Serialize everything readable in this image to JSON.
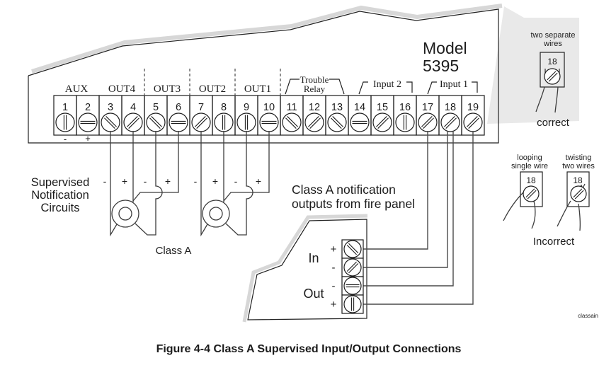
{
  "colors": {
    "ink": "#1c1c1c",
    "shadow": "#d7d7d7",
    "wedge": "#e9e9e9",
    "wire": "#3d3d3d"
  },
  "model": {
    "line1": "Model",
    "line2": "5395"
  },
  "strip": {
    "groups": [
      {
        "label": "AUX"
      },
      {
        "label": "OUT4"
      },
      {
        "label": "OUT3"
      },
      {
        "label": "OUT2"
      },
      {
        "label": "OUT1"
      }
    ],
    "bracket_groups": [
      {
        "line1": "Trouble",
        "line2": "Relay"
      },
      {
        "label": "Input 2"
      },
      {
        "label": "Input 1"
      }
    ],
    "aux_polarity": [
      "-",
      "+"
    ],
    "terminals": [
      {
        "num": "1",
        "slot": "|"
      },
      {
        "num": "2",
        "slot": "-"
      },
      {
        "num": "3",
        "slot": "\\"
      },
      {
        "num": "4",
        "slot": "/"
      },
      {
        "num": "5",
        "slot": "\\"
      },
      {
        "num": "6",
        "slot": "-"
      },
      {
        "num": "7",
        "slot": "/"
      },
      {
        "num": "8",
        "slot": "|"
      },
      {
        "num": "9",
        "slot": "|"
      },
      {
        "num": "10",
        "slot": "-"
      },
      {
        "num": "11",
        "slot": "\\"
      },
      {
        "num": "12",
        "slot": "/"
      },
      {
        "num": "13",
        "slot": "\\"
      },
      {
        "num": "14",
        "slot": "-"
      },
      {
        "num": "15",
        "slot": "/"
      },
      {
        "num": "16",
        "slot": "|"
      },
      {
        "num": "17",
        "slot": "/"
      },
      {
        "num": "18",
        "slot": "/"
      },
      {
        "num": "19",
        "slot": "/"
      }
    ]
  },
  "left": {
    "heading": [
      "Supervised",
      "Notification",
      "Circuits"
    ],
    "polarity": [
      "-",
      "+",
      "-",
      "+"
    ],
    "class_a_label": "Class A"
  },
  "fire_panel": {
    "caption": [
      "Class A notification",
      "outputs from fire panel"
    ],
    "in_label": "In",
    "out_label": "Out",
    "rows": [
      {
        "sign": "+",
        "slot": "\\"
      },
      {
        "sign": "-",
        "slot": "/"
      },
      {
        "sign": "-",
        "slot": "-"
      },
      {
        "sign": "+",
        "slot": "|"
      }
    ]
  },
  "details": {
    "correct": {
      "caption": [
        "two separate",
        "wires"
      ],
      "terminal": "18",
      "label": "correct",
      "slot": "/"
    },
    "incorrect": {
      "left_caption": [
        "looping",
        "single wire"
      ],
      "right_caption": [
        "twisting",
        "two wires"
      ],
      "terminal_left": "18",
      "terminal_right": "18",
      "label": "Incorrect",
      "slot": "/"
    },
    "watermark": "classain"
  },
  "figure_caption": "Figure 4-4  Class A Supervised Input/Output Connections"
}
